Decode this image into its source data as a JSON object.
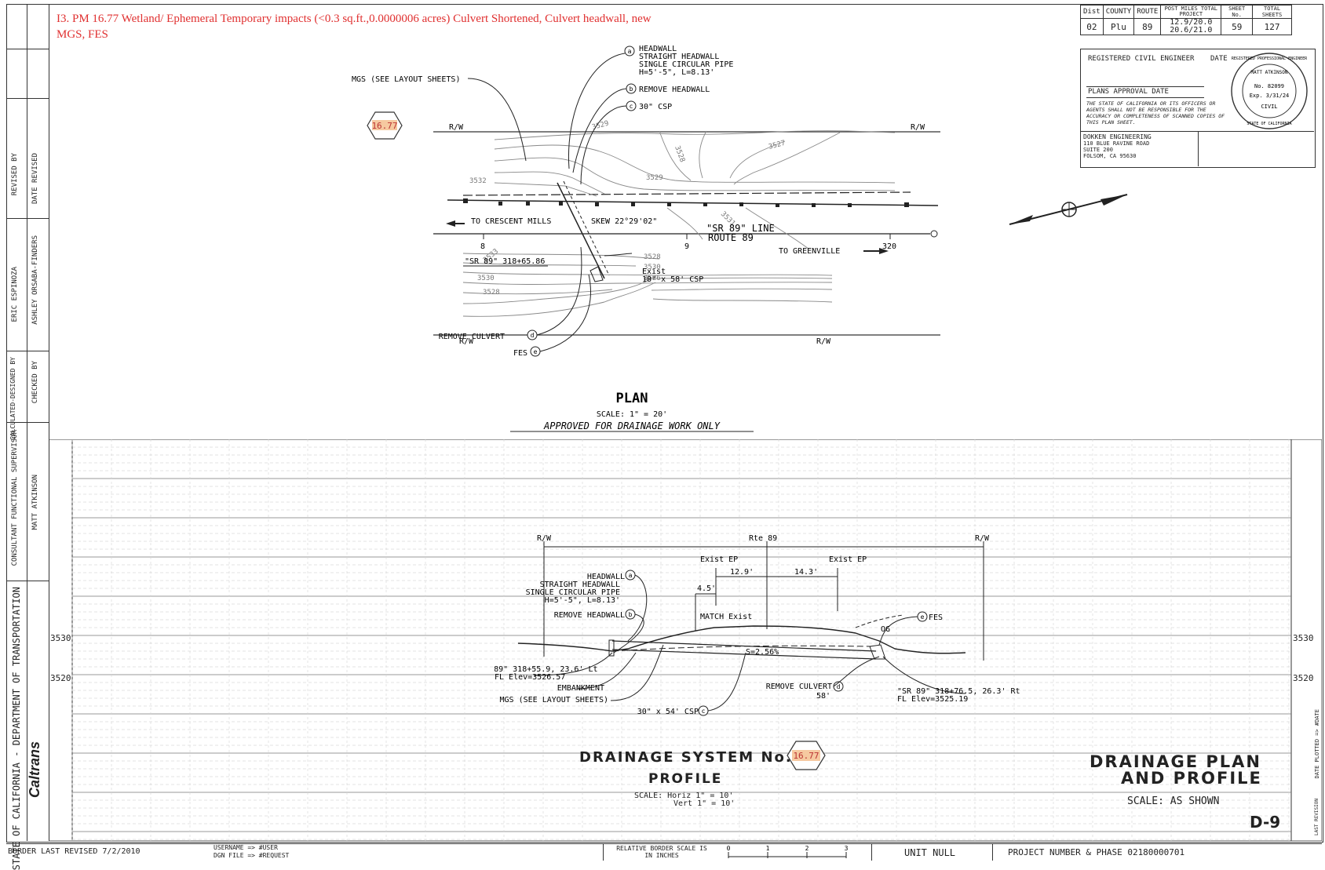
{
  "note_red": "I3. PM 16.77 Wetland/ Ephemeral Temporary impacts (<0.3 sq.ft.,0.0000006 acres) Culvert Shortened, Culvert headwall, new MGS, FES",
  "sheet_header": {
    "cols": [
      "Dist",
      "COUNTY",
      "ROUTE",
      "POST MILES TOTAL PROJECT",
      "SHEET No.",
      "TOTAL SHEETS"
    ],
    "vals": [
      "02",
      "Plu",
      "89",
      "12.9/20.0 20.6/21.0",
      "59",
      "127"
    ]
  },
  "engineer": {
    "reg_label": "REGISTERED CIVIL ENGINEER",
    "date_label": "DATE",
    "approval_label": "PLANS APPROVAL DATE",
    "disclaimer": "THE STATE OF CALIFORNIA OR ITS OFFICERS OR AGENTS SHALL NOT BE RESPONSIBLE FOR THE ACCURACY OR COMPLETENESS OF SCANNED COPIES OF THIS PLAN SHEET.",
    "firm": [
      "DOKKEN ENGINEERING",
      "110 BLUE RAVINE ROAD",
      "SUITE 200",
      "FOLSOM, CA 95630"
    ],
    "stamp": [
      "MATT ATKINSON",
      "No. 82099",
      "Exp. 3/31/24",
      "CIVIL",
      "STATE OF CALIFORNIA",
      "REGISTERED PROFESSIONAL ENGINEER"
    ]
  },
  "left_strip": {
    "revised_by": "REVISED BY",
    "date_revised": "DATE REVISED",
    "eric": "ERIC ESPINOZA",
    "ashley": "ASHLEY ORSABA-FINDERS",
    "calc": "CALCULATED-DESIGNED BY",
    "checked": "CHECKED BY",
    "supervisor": "CONSULTANT FUNCTIONAL SUPERVISOR",
    "matt": "MATT ATKINSON",
    "dept": "STATE OF CALIFORNIA - DEPARTMENT OF TRANSPORTATION",
    "caltrans": "Caltrans"
  },
  "plan": {
    "hex_label": "16.77",
    "headwall": [
      "HEADWALL",
      "STRAIGHT HEADWALL",
      "SINGLE CIRCULAR PIPE",
      "H=5'-5\", L=8.13'"
    ],
    "remove_headwall": "REMOVE HEADWALL",
    "csp30": "30\" CSP",
    "mgs": "MGS (SEE LAYOUT SHEETS)",
    "rw": "R/W",
    "to_crescent": "TO CRESCENT MILLS",
    "skew": "SKEW 22°29'02\"",
    "sr89_line": "\"SR 89\" LINE",
    "route89": "ROUTE 89",
    "to_greenville": "TO GREENVILLE",
    "station": "\"SR 89\" 318+65.86",
    "exist": "Exist",
    "exist_csp": "18\" x 58' CSP",
    "remove_culvert": "REMOVE CULVERT",
    "fes": "FES",
    "title": "PLAN",
    "scale": "SCALE: 1\" = 20'",
    "approved": "APPROVED FOR DRAINAGE WORK ONLY",
    "ticks": [
      "8",
      "9",
      "320"
    ],
    "contours": [
      "3529",
      "3528",
      "3527",
      "3532",
      "3529",
      "3531",
      "3530",
      "3528",
      "3526",
      "3530",
      "3528",
      "3533"
    ]
  },
  "profile": {
    "rw": "R/W",
    "rte89": "Rte 89",
    "exist_ep": "Exist EP",
    "dim_12_9": "12.9'",
    "dim_14_3": "14.3'",
    "dim_4_5": "4.5'",
    "match": "MATCH Exist",
    "headwall": "HEADWALL",
    "straight": "STRAIGHT HEADWALL",
    "single": "SINGLE CIRCULAR PIPE",
    "hdim": "H=5'-5\", L=8.13'",
    "remove_headwall": "REMOVE HEADWALL",
    "fes": "FES",
    "og": "OG",
    "slope": "S=2.56%",
    "left_sta": "\"SR 89\" 318+55.9, 23.6' Lt",
    "left_fl": "FL Elev=3526.57",
    "embankment": "EMBANKMENT",
    "mgs": "MGS (SEE LAYOUT SHEETS)",
    "csp": "30\" x 54' CSP",
    "remove_culvert": "REMOVE CULVERT",
    "len58": "58'",
    "right_sta": "\"SR 89\" 318+76.5, 26.3' Rt",
    "right_fl": "FL Elev=3525.19",
    "elev_3530": "3530",
    "elev_3520": "3520",
    "title": "DRAINAGE SYSTEM No.",
    "hex_label": "16.77",
    "subtitle": "PROFILE",
    "scale_h": "SCALE: Horiz 1\" = 10'",
    "scale_v": "Vert 1\" = 10'"
  },
  "title_block": {
    "title1": "DRAINAGE PLAN",
    "title2": "AND PROFILE",
    "scale": "SCALE: AS SHOWN",
    "sheet": "D-9",
    "last_revision": "LAST REVISION",
    "date_plotted": "DATE PLOTTED => #DATE"
  },
  "footer": {
    "border": "BORDER LAST REVISED 7/2/2010",
    "username": "USERNAME => #USER",
    "dgn": "DGN FILE => #REQUEST",
    "rel_scale": "RELATIVE BORDER SCALE IS IN INCHES",
    "scale_marks": [
      "0",
      "1",
      "2",
      "3"
    ],
    "unit": "UNIT NULL",
    "project": "PROJECT NUMBER & PHASE 02180000701"
  }
}
